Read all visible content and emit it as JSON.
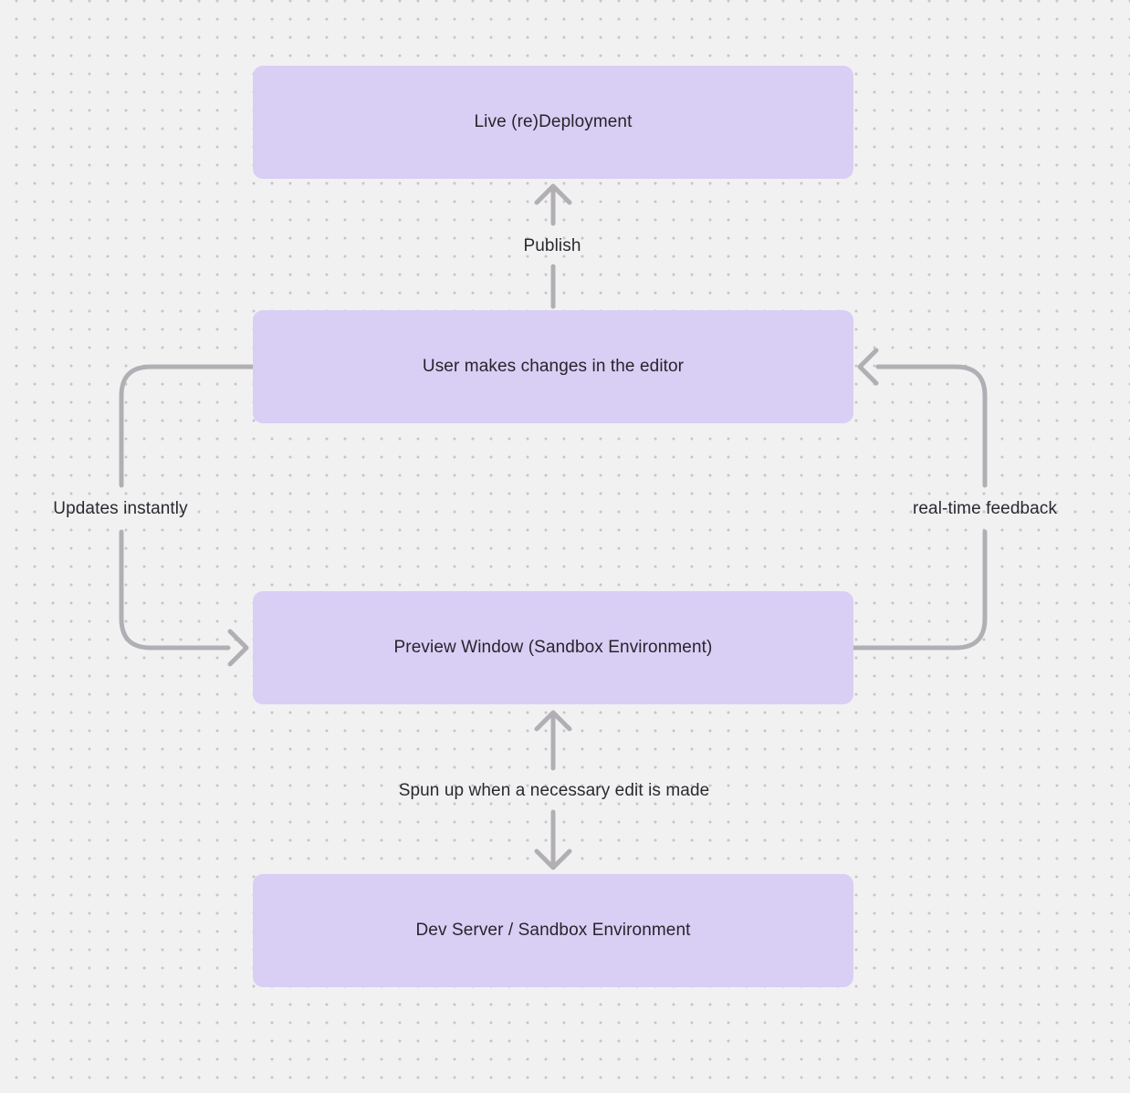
{
  "diagram": {
    "nodes": [
      {
        "id": "live-redeployment",
        "label": "Live (re)Deployment"
      },
      {
        "id": "user-edits",
        "label": "User makes changes in the editor"
      },
      {
        "id": "preview-window",
        "label": "Preview Window (Sandbox Environment)"
      },
      {
        "id": "dev-server",
        "label": "Dev Server / Sandbox Environment"
      }
    ],
    "edges": [
      {
        "id": "publish",
        "label": "Publish",
        "from": "user-edits",
        "to": "live-redeployment",
        "direction": "up"
      },
      {
        "id": "updates-instantly",
        "label": "Updates instantly",
        "from": "user-edits",
        "to": "preview-window",
        "direction": "left-loop-down"
      },
      {
        "id": "real-time-feedback",
        "label": "real-time feedback",
        "from": "preview-window",
        "to": "user-edits",
        "direction": "right-loop-up"
      },
      {
        "id": "spun-up",
        "label": "Spun up when a necessary edit is made",
        "from": "dev-server",
        "to": "preview-window",
        "direction": "bidirectional-vertical"
      }
    ],
    "colors": {
      "background": "#f2f1f2",
      "grid_dot": "#c7c5c8",
      "node_fill": "#d9cef4",
      "node_text": "#26252c",
      "arrow": "#b1afb4",
      "label_text": "#2a2930"
    }
  }
}
